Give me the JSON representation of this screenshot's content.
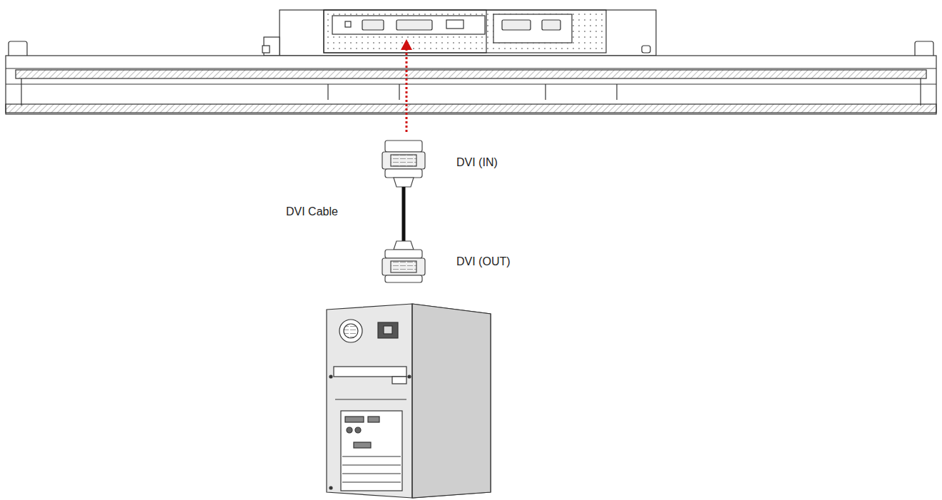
{
  "diagram": {
    "labels": [
      "DVI (IN)",
      "DVI Cable",
      "DVI (OUT)"
    ]
  }
}
